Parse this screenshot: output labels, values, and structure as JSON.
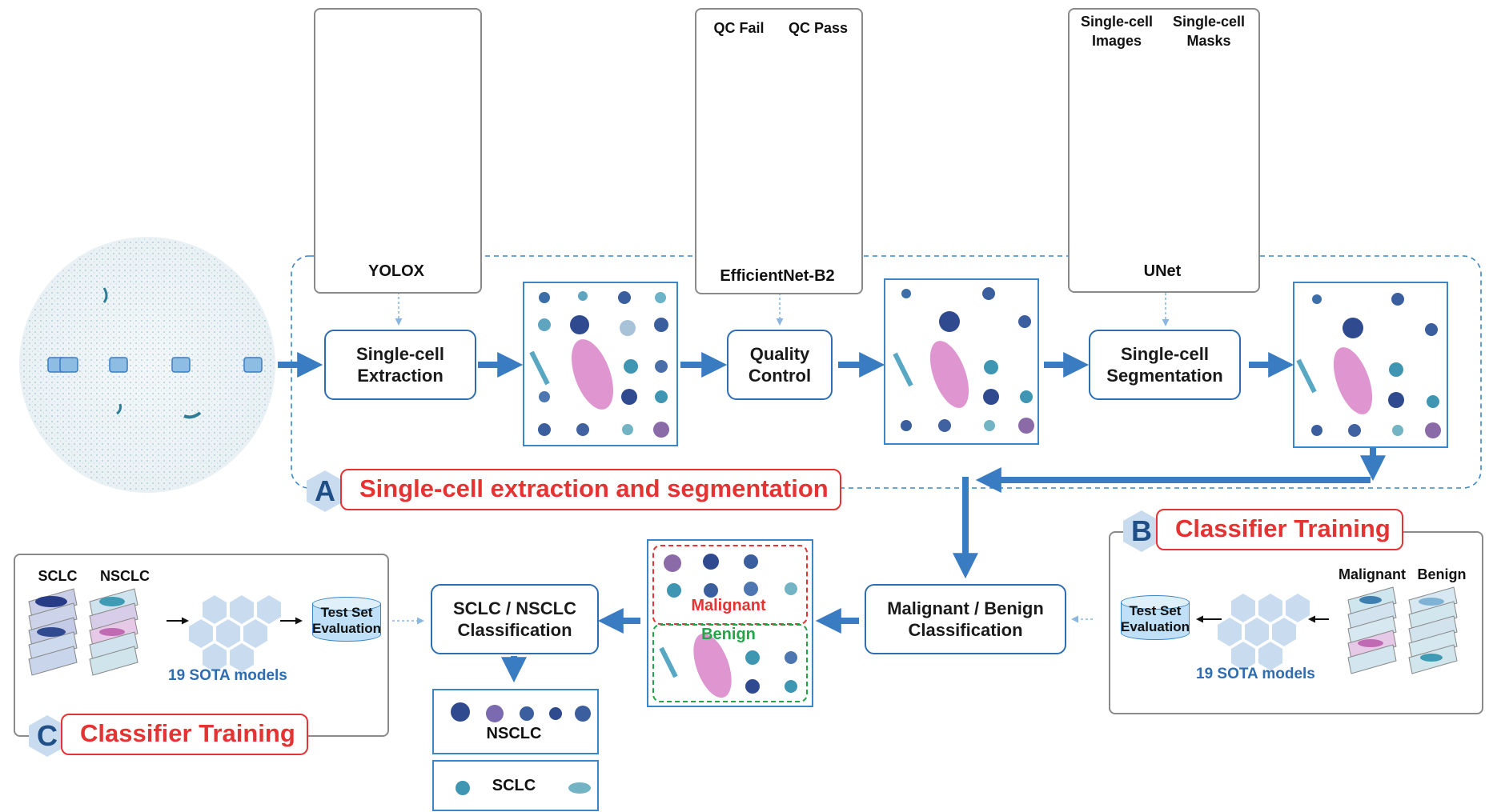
{
  "process": {
    "extraction": "Single-cell\nExtraction",
    "quality": "Quality\nControl",
    "segmentation": "Single-cell\nSegmentation",
    "malignant_benign": "Malignant / Benign\nClassification",
    "sclc_nsclc": "SCLC / NSCLC\nClassification"
  },
  "models": {
    "yolox": "YOLOX",
    "efficientnet": "EfficientNet-B2",
    "unet": "UNet"
  },
  "qc": {
    "fail": "QC Fail",
    "pass": "QC Pass"
  },
  "seg": {
    "images": "Single-cell\nImages",
    "masks": "Single-cell\nMasks"
  },
  "section_a": {
    "letter": "A",
    "title": "Single-cell extraction and segmentation"
  },
  "section_b": {
    "letter": "B",
    "title": "Classifier Training",
    "col1": "Malignant",
    "col2": "Benign",
    "test": "Test Set\nEvaluation",
    "sota": "19 SOTA models"
  },
  "section_c": {
    "letter": "C",
    "title": "Classifier Training",
    "col1": "SCLC",
    "col2": "NSCLC",
    "test": "Test Set\nEvaluation",
    "sota": "19 SOTA models"
  },
  "result": {
    "malignant": "Malignant",
    "benign": "Benign"
  },
  "outputs": {
    "nsclc": "NSCLC",
    "sclc": "SCLC"
  },
  "colors": {
    "accent_blue": "#2e6db0",
    "red": "#e53232",
    "green": "#22a548",
    "hex": "#c9dcef"
  }
}
